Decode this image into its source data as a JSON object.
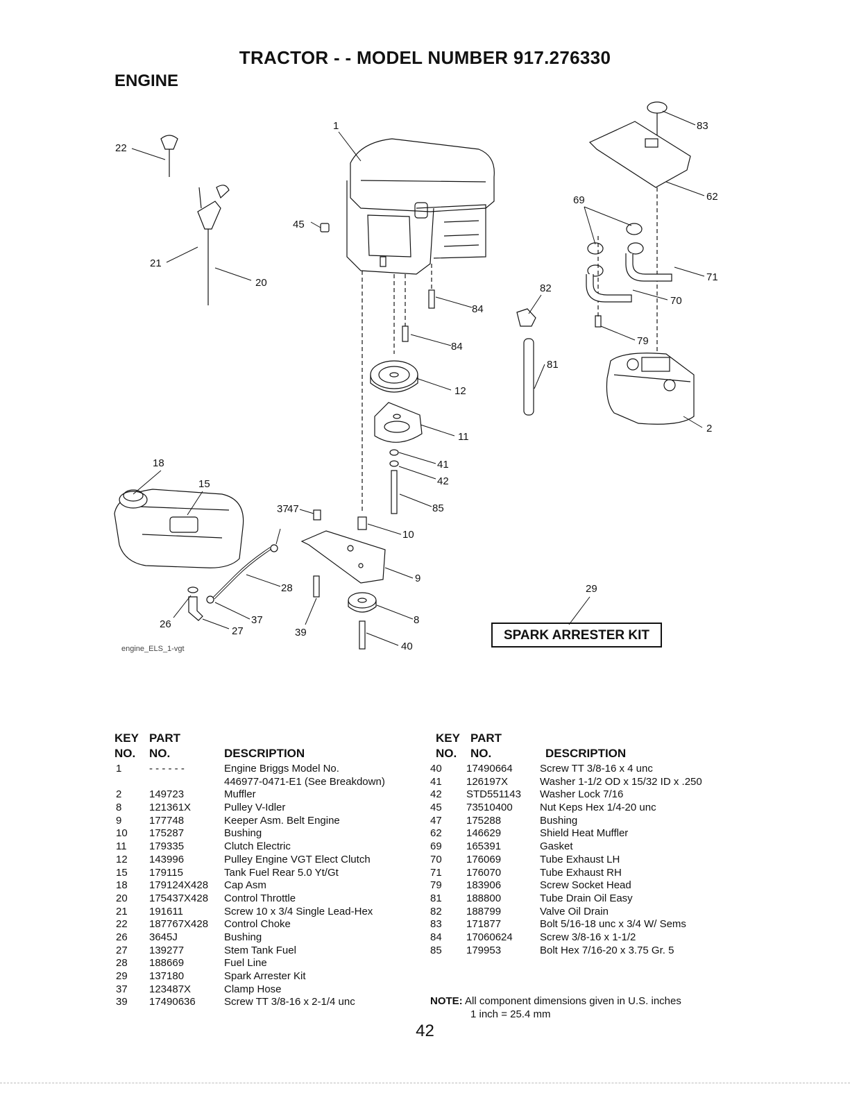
{
  "header": {
    "title": "TRACTOR - - MODEL NUMBER 917.276330",
    "section": "ENGINE"
  },
  "diagram": {
    "caption": "engine_ELS_1-vgt",
    "kit_label": "SPARK ARRESTER KIT",
    "callouts": [
      "1",
      "2",
      "8",
      "9",
      "10",
      "11",
      "12",
      "15",
      "18",
      "20",
      "21",
      "22",
      "26",
      "27",
      "28",
      "29",
      "37",
      "37",
      "39",
      "40",
      "41",
      "42",
      "45",
      "47",
      "62",
      "69",
      "70",
      "71",
      "79",
      "81",
      "82",
      "83",
      "84",
      "84",
      "85"
    ]
  },
  "table_headers": {
    "key": "KEY",
    "no": "NO.",
    "part": "PART",
    "part_no": "NO.",
    "description": "DESCRIPTION"
  },
  "parts_left": [
    {
      "key": "1",
      "part": "- - - - - -",
      "desc": "Engine Briggs Model No."
    },
    {
      "key": "",
      "part": "",
      "desc": "446977-0471-E1 (See Breakdown)"
    },
    {
      "key": "2",
      "part": "149723",
      "desc": "Muffler"
    },
    {
      "key": "8",
      "part": "121361X",
      "desc": "Pulley V-Idler"
    },
    {
      "key": "9",
      "part": "177748",
      "desc": "Keeper Asm. Belt Engine"
    },
    {
      "key": "10",
      "part": "175287",
      "desc": "Bushing"
    },
    {
      "key": "11",
      "part": "179335",
      "desc": "Clutch Electric"
    },
    {
      "key": "12",
      "part": "143996",
      "desc": "Pulley Engine VGT Elect Clutch"
    },
    {
      "key": "15",
      "part": "179115",
      "desc": "Tank Fuel Rear 5.0 Yt/Gt"
    },
    {
      "key": "18",
      "part": "179124X428",
      "desc": "Cap Asm"
    },
    {
      "key": "20",
      "part": "175437X428",
      "desc": "Control Throttle"
    },
    {
      "key": "21",
      "part": "191611",
      "desc": "Screw 10 x 3/4 Single Lead-Hex"
    },
    {
      "key": "22",
      "part": "187767X428",
      "desc": "Control Choke"
    },
    {
      "key": "26",
      "part": "3645J",
      "desc": "Bushing"
    },
    {
      "key": "27",
      "part": "139277",
      "desc": "Stem Tank Fuel"
    },
    {
      "key": "28",
      "part": "188669",
      "desc": "Fuel Line"
    },
    {
      "key": "29",
      "part": "137180",
      "desc": "Spark Arrester Kit"
    },
    {
      "key": "37",
      "part": "123487X",
      "desc": "Clamp Hose"
    },
    {
      "key": "39",
      "part": "17490636",
      "desc": "Screw TT  3/8-16 x 2-1/4 unc"
    }
  ],
  "parts_right": [
    {
      "key": "40",
      "part": "17490664",
      "desc": "Screw TT 3/8-16 x 4 unc"
    },
    {
      "key": "41",
      "part": "126197X",
      "desc": "Washer 1-1/2 OD x 15/32 ID x .250"
    },
    {
      "key": "42",
      "part": "STD551143",
      "desc": "Washer Lock 7/16"
    },
    {
      "key": "45",
      "part": "73510400",
      "desc": "Nut Keps Hex 1/4-20 unc"
    },
    {
      "key": "47",
      "part": "175288",
      "desc": "Bushing"
    },
    {
      "key": "62",
      "part": "146629",
      "desc": "Shield Heat Muffler"
    },
    {
      "key": "69",
      "part": "165391",
      "desc": "Gasket"
    },
    {
      "key": "70",
      "part": "176069",
      "desc": "Tube Exhaust LH"
    },
    {
      "key": "71",
      "part": "176070",
      "desc": "Tube Exhaust RH"
    },
    {
      "key": "79",
      "part": "183906",
      "desc": "Screw Socket Head"
    },
    {
      "key": "81",
      "part": "188800",
      "desc": "Tube Drain Oil Easy"
    },
    {
      "key": "82",
      "part": "188799",
      "desc": "Valve Oil Drain"
    },
    {
      "key": "83",
      "part": "171877",
      "desc": "Bolt 5/16-18 unc x 3/4 W/ Sems"
    },
    {
      "key": "84",
      "part": "17060624",
      "desc": "Screw 3/8-16 x 1-1/2"
    },
    {
      "key": "85",
      "part": "179953",
      "desc": "Bolt Hex 7/16-20 x 3.75 Gr. 5"
    }
  ],
  "note": {
    "label": "NOTE:",
    "line1": "All component dimensions given in U.S. inches",
    "line2": "1 inch = 25.4 mm"
  },
  "page_number": "42"
}
